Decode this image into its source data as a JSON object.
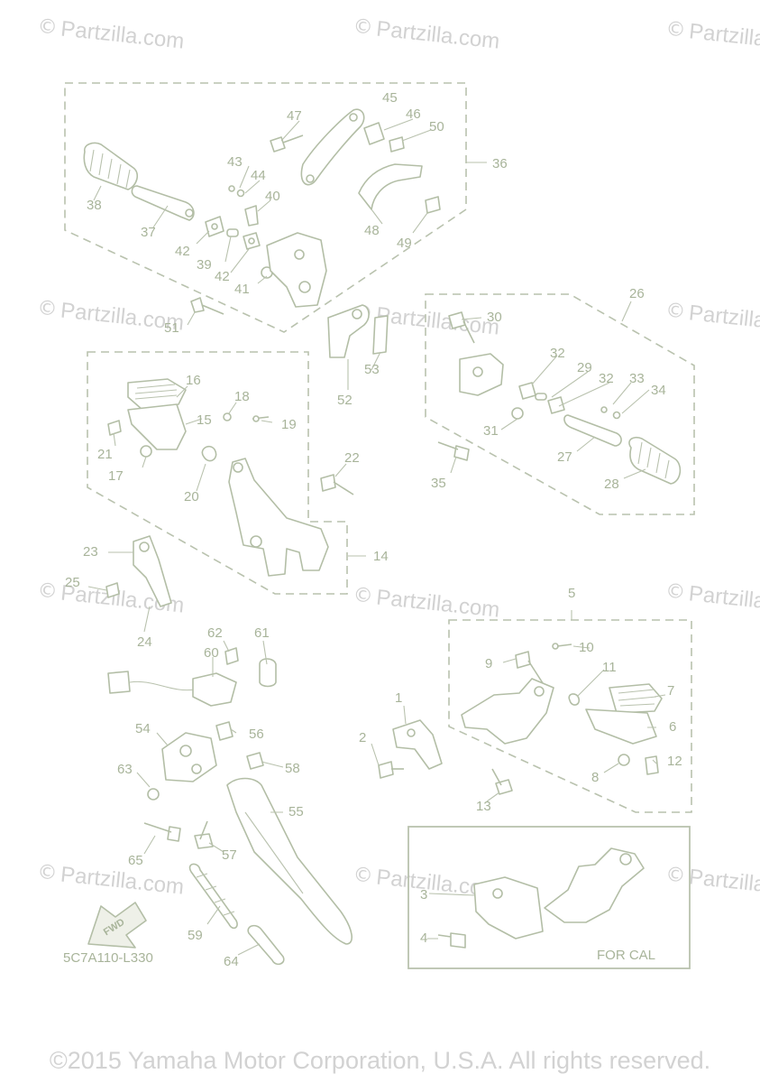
{
  "watermark": "Partzilla.com",
  "copyright_symbol": "©",
  "diagram_code": "5C7A110-L330",
  "variant_label": "FOR CAL",
  "fwd_label": "FWD",
  "footer": "©2015 Yamaha Motor Corporation, U.S.A. All rights reserved.",
  "callouts": [
    "1",
    "2",
    "3",
    "4",
    "5",
    "6",
    "7",
    "8",
    "9",
    "10",
    "11",
    "12",
    "13",
    "14",
    "15",
    "16",
    "17",
    "18",
    "19",
    "20",
    "21",
    "22",
    "23",
    "24",
    "25",
    "26",
    "27",
    "28",
    "29",
    "30",
    "31",
    "32",
    "32",
    "33",
    "34",
    "35",
    "36",
    "37",
    "38",
    "39",
    "40",
    "41",
    "42",
    "42",
    "43",
    "44",
    "45",
    "46",
    "47",
    "48",
    "49",
    "50",
    "51",
    "52",
    "53",
    "54",
    "55",
    "56",
    "57",
    "58",
    "59",
    "60",
    "61",
    "62",
    "63",
    "64",
    "65"
  ],
  "colors": {
    "line": "#b3bea6",
    "text": "#a8b49a",
    "watermark": "#d2d2d2"
  }
}
